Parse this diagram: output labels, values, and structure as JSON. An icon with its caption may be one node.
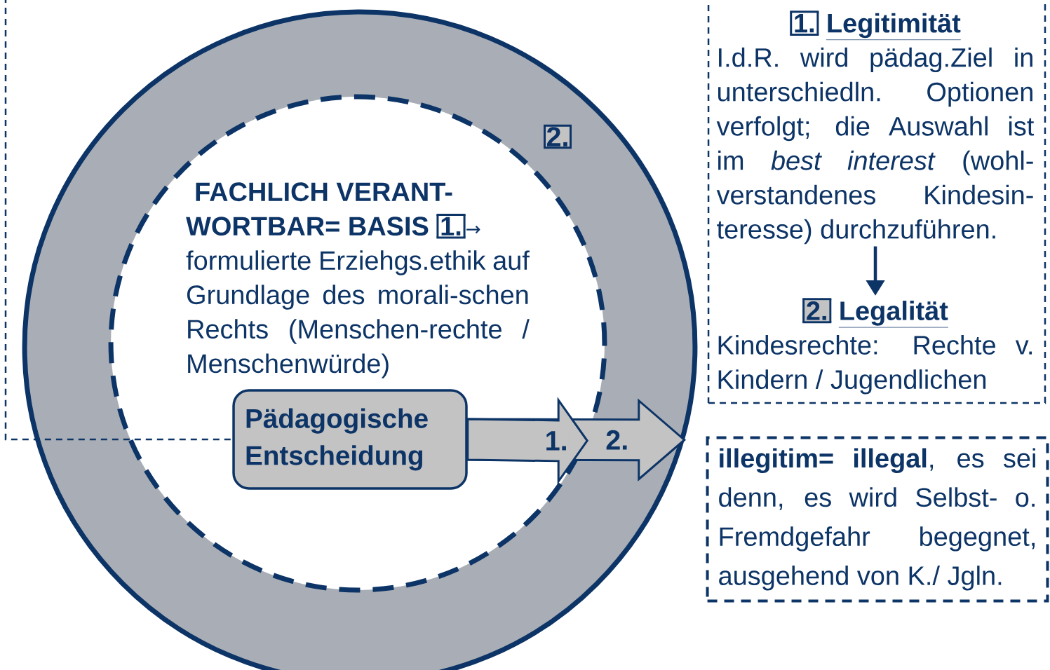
{
  "diagram": {
    "nodes": [
      {
        "text": [],
        "shape": "circle"
      },
      {
        "text": [
          "FACHLICH VERANT-WORTBAR= BASIS",
          "1.",
          "→",
          "formulierte Erziehgs.ethik auf Grundlage des morali-schen Rechts (Menschen-rechte / Menschenwürde)"
        ],
        "in": 0
      },
      {
        "text": [
          "Pädagogische Entscheidung"
        ],
        "in": 1
      },
      {
        "text": [],
        "shape": "box"
      },
      {
        "text": [
          "1.",
          "Legitimität",
          "I.d.R. wird pädag.Ziel in unterschiedln. Optionen verfolgt; die Auswahl ist im *best interest* (wohl-verstandenes Kindesin-teresse) durchzuführen."
        ],
        "in": 3
      },
      {
        "text": [
          "2.",
          "Legalität",
          "Kindesrechte: Rechte v. Kindern / Jugendlichen"
        ],
        "in": 3
      },
      {
        "text": [
          "**illegitim= illegal**, es sei denn, es wird Selbst- o. Fremdgefahr begegnet, ausgehend von K./ Jgln."
        ]
      }
    ],
    "edges": [
      {
        "from": 2,
        "to": 1,
        "arrow": "to",
        "label": "1."
      },
      {
        "from": 2,
        "to": 0,
        "arrow": "to",
        "label": "2."
      },
      {
        "from": 4,
        "to": 5,
        "arrow": "to"
      }
    ],
    "labels": [
      "2."
    ]
  }
}
